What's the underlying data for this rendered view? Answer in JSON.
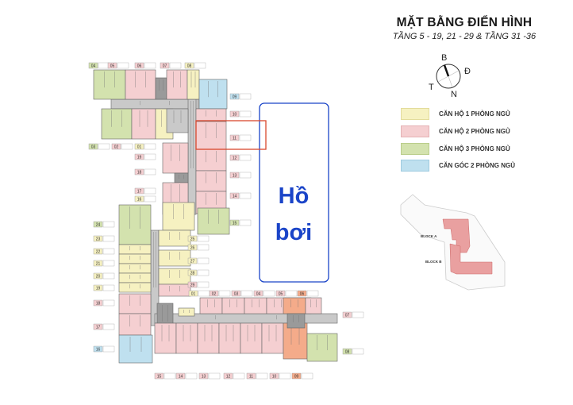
{
  "title": "MẶT BẰNG ĐIỂN HÌNH",
  "subtitle": "TẦNG 5 - 19, 21 - 29 & TẦNG 31 -36",
  "compass": {
    "north": "B",
    "east": "Đ",
    "south": "N",
    "west": "T"
  },
  "legend": [
    {
      "label": "CĂN HỘ 1 PHÒNG NGỦ",
      "color": "#f6f1c1"
    },
    {
      "label": "CĂN HỘ 2 PHÒNG NGỦ",
      "color": "#f5cfd1"
    },
    {
      "label": "CĂN HỘ 3 PHÒNG NGỦ",
      "color": "#d3e2ae"
    },
    {
      "label": "CĂN GÓC 2 PHÒNG NGỦ",
      "color": "#bfe0ef"
    }
  ],
  "pool": {
    "line1": "Hồ",
    "line2": "bơi",
    "color": "#1a44c8"
  },
  "site_plan": {
    "block_a": "BLOCK A",
    "block_b": "BLOCK B"
  },
  "highlight_unit": "11",
  "block_a_units": {
    "top": [
      "04",
      "05",
      "06",
      "07",
      "08"
    ],
    "right": [
      "09",
      "10",
      "11",
      "12",
      "13",
      "14",
      "15"
    ],
    "left_mid": [
      "03",
      "02",
      "01"
    ],
    "left": [
      "19",
      "18",
      "17",
      "16"
    ]
  },
  "block_b_units": {
    "left": [
      "24",
      "23",
      "22",
      "21",
      "20",
      "19",
      "18",
      "17",
      "16"
    ],
    "inner": [
      "25",
      "26",
      "27",
      "28",
      "29"
    ],
    "top": [
      "01",
      "02",
      "03",
      "04",
      "05",
      "06"
    ],
    "right": [
      "07",
      "08"
    ],
    "bottom": [
      "15",
      "14",
      "13",
      "12",
      "11",
      "10",
      "09"
    ]
  }
}
